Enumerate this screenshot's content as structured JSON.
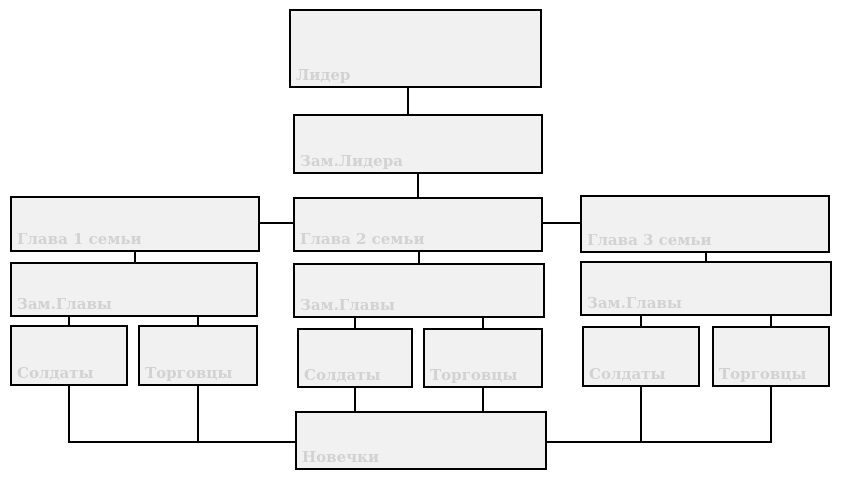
{
  "diagram": {
    "type": "org-chart",
    "language": "ru"
  },
  "colors": {
    "background": "#ffffff",
    "node_fill": "#f1f1f1",
    "node_border": "#000000",
    "label_text": "#d2d2d2",
    "connector": "#000000"
  },
  "nodes": {
    "leader": {
      "label": "Лидер"
    },
    "deputy_leader": {
      "label": "Зам.Лидера"
    },
    "head_1": {
      "label": "Глава 1 семьи"
    },
    "head_2": {
      "label": "Глава 2 семьи"
    },
    "head_3": {
      "label": "Глава 3 семьи"
    },
    "deputy_head_1": {
      "label": "Зам.Главы"
    },
    "deputy_head_2": {
      "label": "Зам.Главы"
    },
    "deputy_head_3": {
      "label": "Зам.Главы"
    },
    "soldiers_1": {
      "label": "Солдаты"
    },
    "traders_1": {
      "label": "Торговцы"
    },
    "soldiers_2": {
      "label": "Солдаты"
    },
    "traders_2": {
      "label": "Торговцы"
    },
    "soldiers_3": {
      "label": "Солдаты"
    },
    "traders_3": {
      "label": "Торговцы"
    },
    "newbies": {
      "label": "Новечки"
    }
  },
  "edges": [
    {
      "from": "leader",
      "to": "deputy_leader"
    },
    {
      "from": "deputy_leader",
      "to": "head_2"
    },
    {
      "from": "head_1",
      "to": "head_2"
    },
    {
      "from": "head_2",
      "to": "head_3"
    },
    {
      "from": "head_1",
      "to": "deputy_head_1"
    },
    {
      "from": "head_2",
      "to": "deputy_head_2"
    },
    {
      "from": "head_3",
      "to": "deputy_head_3"
    },
    {
      "from": "deputy_head_1",
      "to": "soldiers_1"
    },
    {
      "from": "deputy_head_1",
      "to": "traders_1"
    },
    {
      "from": "deputy_head_2",
      "to": "soldiers_2"
    },
    {
      "from": "deputy_head_2",
      "to": "traders_2"
    },
    {
      "from": "deputy_head_3",
      "to": "soldiers_3"
    },
    {
      "from": "deputy_head_3",
      "to": "traders_3"
    },
    {
      "from": "soldiers_1",
      "to": "newbies"
    },
    {
      "from": "traders_1",
      "to": "newbies"
    },
    {
      "from": "soldiers_2",
      "to": "newbies"
    },
    {
      "from": "traders_2",
      "to": "newbies"
    },
    {
      "from": "soldiers_3",
      "to": "newbies"
    },
    {
      "from": "traders_3",
      "to": "newbies"
    }
  ]
}
